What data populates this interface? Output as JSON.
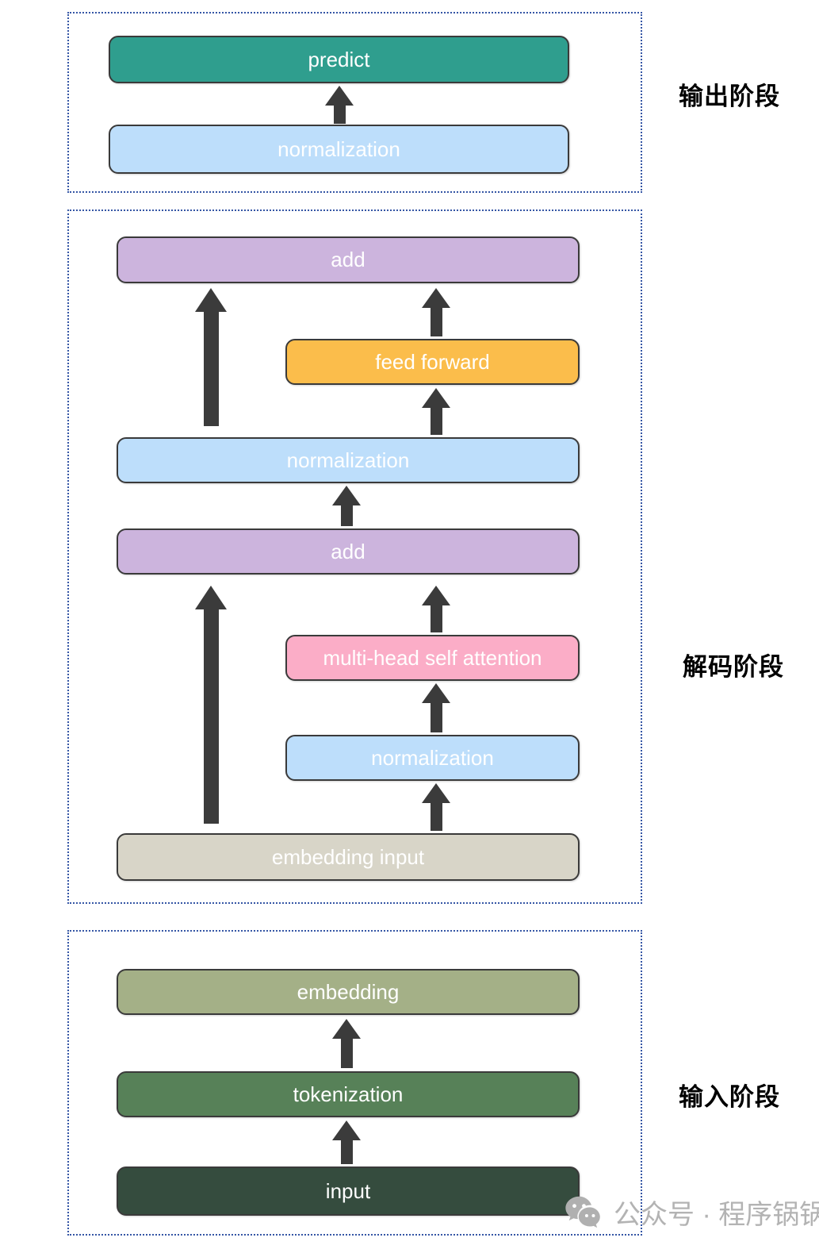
{
  "colors": {
    "teal": "#2f9e8e",
    "light_blue": "#bddefb",
    "purple": "#ccb4dd",
    "amber": "#fbbd4b",
    "pink": "#fbadc7",
    "beige": "#d8d5c8",
    "sage": "#a4b087",
    "green": "#578158",
    "dark_green": "#354c3e",
    "arrow": "#3b3b3b",
    "box_border": "#3a3a3a",
    "stage_border": "#3556a5",
    "watermark_gray": "#b3b3b3"
  },
  "stages": {
    "output": {
      "label": "输出阶段"
    },
    "decode": {
      "label": "解码阶段"
    },
    "input": {
      "label": "输入阶段"
    }
  },
  "boxes": {
    "predict": {
      "label": "predict"
    },
    "norm_output": {
      "label": "normalization"
    },
    "add_1": {
      "label": "add"
    },
    "feed_forward": {
      "label": "feed forward"
    },
    "norm_decode_1": {
      "label": "normalization"
    },
    "add_2": {
      "label": "add"
    },
    "mhsa": {
      "label": "multi-head self attention"
    },
    "norm_decode_2": {
      "label": "normalization"
    },
    "embedding_input": {
      "label": "embedding input"
    },
    "embedding": {
      "label": "embedding"
    },
    "tokenization": {
      "label": "tokenization"
    },
    "input": {
      "label": "input"
    }
  },
  "watermark": {
    "text": "公众号 · 程序锅锅"
  }
}
